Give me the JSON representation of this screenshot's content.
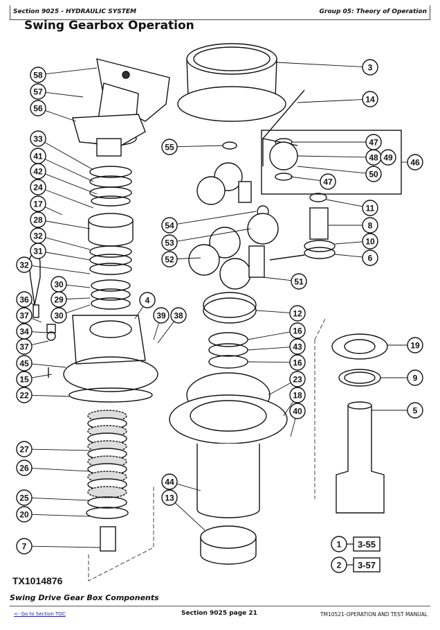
{
  "header": {
    "section": "Section 9025 - HYDRAULIC SYSTEM",
    "group": "Group 05: Theory of Operation"
  },
  "page_title": "Swing Gearbox Operation",
  "figure": {
    "id": "TX1014876",
    "caption": "Swing Drive Gear Box Components",
    "callouts": [
      "58",
      "57",
      "56",
      "33",
      "41",
      "42",
      "24",
      "17",
      "28",
      "32",
      "31",
      "32",
      "30",
      "36",
      "29",
      "37",
      "30",
      "34",
      "37",
      "45",
      "15",
      "22",
      "27",
      "26",
      "25",
      "20",
      "7",
      "4",
      "39",
      "38",
      "3",
      "14",
      "55",
      "47",
      "48",
      "49",
      "50",
      "47",
      "46",
      "54",
      "53",
      "52",
      "51",
      "11",
      "8",
      "10",
      "6",
      "12",
      "16",
      "43",
      "16",
      "23",
      "18",
      "40",
      "44",
      "13",
      "19",
      "9",
      "5",
      "1",
      "2"
    ],
    "references": [
      {
        "callout": "1",
        "ref": "3-55"
      },
      {
        "callout": "2",
        "ref": "3-57"
      }
    ]
  },
  "footer": {
    "toc_link": "<- Go to Section TOC",
    "page": "Section 9025 page 21",
    "manual": "TM10521-OPERATION AND TEST MANUAL"
  }
}
